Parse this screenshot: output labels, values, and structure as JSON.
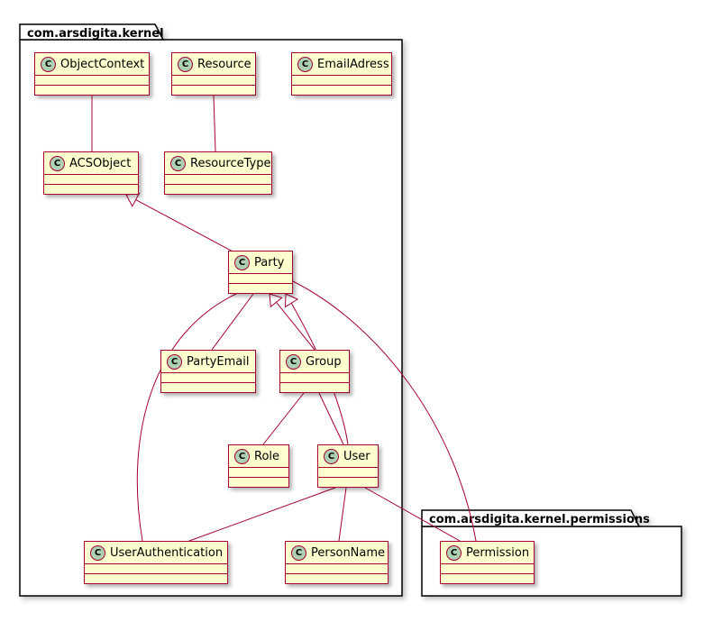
{
  "diagram": {
    "type": "uml-class-diagram",
    "icon_letter": "C",
    "packages": {
      "kernel": {
        "label": "com.arsdigita.kernel"
      },
      "permissions": {
        "label": "com.arsdigita.kernel.permissions"
      }
    },
    "classes": {
      "objectcontext": {
        "label": "ObjectContext"
      },
      "resource": {
        "label": "Resource"
      },
      "emailadress": {
        "label": "EmailAdress"
      },
      "acsobject": {
        "label": "ACSObject"
      },
      "resourcetype": {
        "label": "ResourceType"
      },
      "party": {
        "label": "Party"
      },
      "partyemail": {
        "label": "PartyEmail"
      },
      "group": {
        "label": "Group"
      },
      "role": {
        "label": "Role"
      },
      "user": {
        "label": "User"
      },
      "userauthentication": {
        "label": "UserAuthentication"
      },
      "personname": {
        "label": "PersonName"
      },
      "permission": {
        "label": "Permission"
      }
    },
    "edges": [
      {
        "from": "ObjectContext",
        "to": "ACSObject",
        "type": "association"
      },
      {
        "from": "Resource",
        "to": "ResourceType",
        "type": "association"
      },
      {
        "from": "Party",
        "to": "ACSObject",
        "type": "generalization"
      },
      {
        "from": "Party",
        "to": "PartyEmail",
        "type": "association"
      },
      {
        "from": "Group",
        "to": "Party",
        "type": "generalization"
      },
      {
        "from": "User",
        "to": "Party",
        "type": "generalization"
      },
      {
        "from": "Group",
        "to": "Role",
        "type": "association"
      },
      {
        "from": "Group",
        "to": "User",
        "type": "association"
      },
      {
        "from": "User",
        "to": "UserAuthentication",
        "type": "association"
      },
      {
        "from": "User",
        "to": "PersonName",
        "type": "association"
      },
      {
        "from": "Party",
        "to": "UserAuthentication",
        "type": "association"
      },
      {
        "from": "Party",
        "to": "Permission",
        "type": "association"
      },
      {
        "from": "User",
        "to": "Permission",
        "type": "association"
      }
    ],
    "colors": {
      "class_fill": "#FEFECE",
      "line": "#A80036",
      "icon_fill": "#ADD1B2",
      "package_border": "#000000",
      "background": "#FFFFFF"
    }
  }
}
